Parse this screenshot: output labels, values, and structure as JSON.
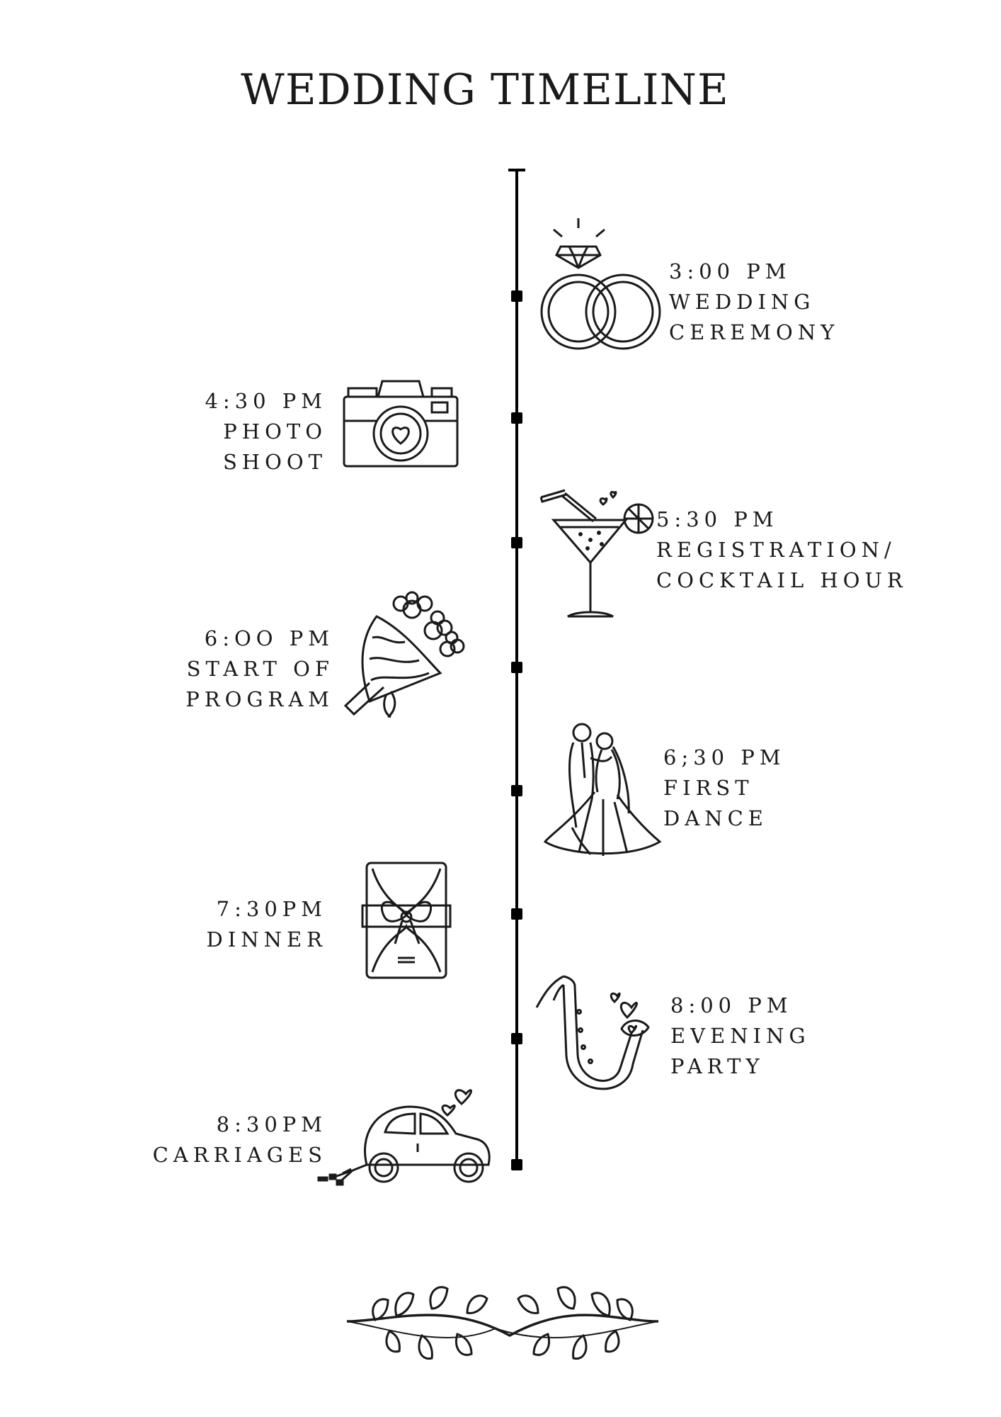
{
  "title": "WEDDING TIMELINE",
  "events": [
    {
      "time": "3:00 PM",
      "label_lines": [
        "WEDDING",
        "CEREMONY"
      ],
      "icon": "wedding-rings-icon",
      "side": "right"
    },
    {
      "time": "4:30 PM",
      "label_lines": [
        "PHOTO",
        "SHOOT"
      ],
      "icon": "camera-icon",
      "side": "left"
    },
    {
      "time": "5:30 PM",
      "label_lines": [
        "REGISTRATION/",
        "COCKTAIL HOUR"
      ],
      "icon": "cocktail-glass-icon",
      "side": "right"
    },
    {
      "time": "6:OO PM",
      "label_lines": [
        "START OF",
        "PROGRAM"
      ],
      "icon": "flower-bouquet-icon",
      "side": "left"
    },
    {
      "time": "6;30 PM",
      "label_lines": [
        "FIRST",
        "DANCE"
      ],
      "icon": "dancing-couple-icon",
      "side": "right"
    },
    {
      "time": "7:30PM",
      "label_lines": [
        "DINNER"
      ],
      "icon": "gift-envelope-icon",
      "side": "left"
    },
    {
      "time": "8:00 PM",
      "label_lines": [
        "EVENING",
        "PARTY"
      ],
      "icon": "saxophone-icon",
      "side": "right"
    },
    {
      "time": "8:30PM",
      "label_lines": [
        "CARRIAGES"
      ],
      "icon": "wedding-car-icon",
      "side": "left"
    }
  ],
  "colors": {
    "ink": "#1a1a1a",
    "background": "#ffffff"
  }
}
